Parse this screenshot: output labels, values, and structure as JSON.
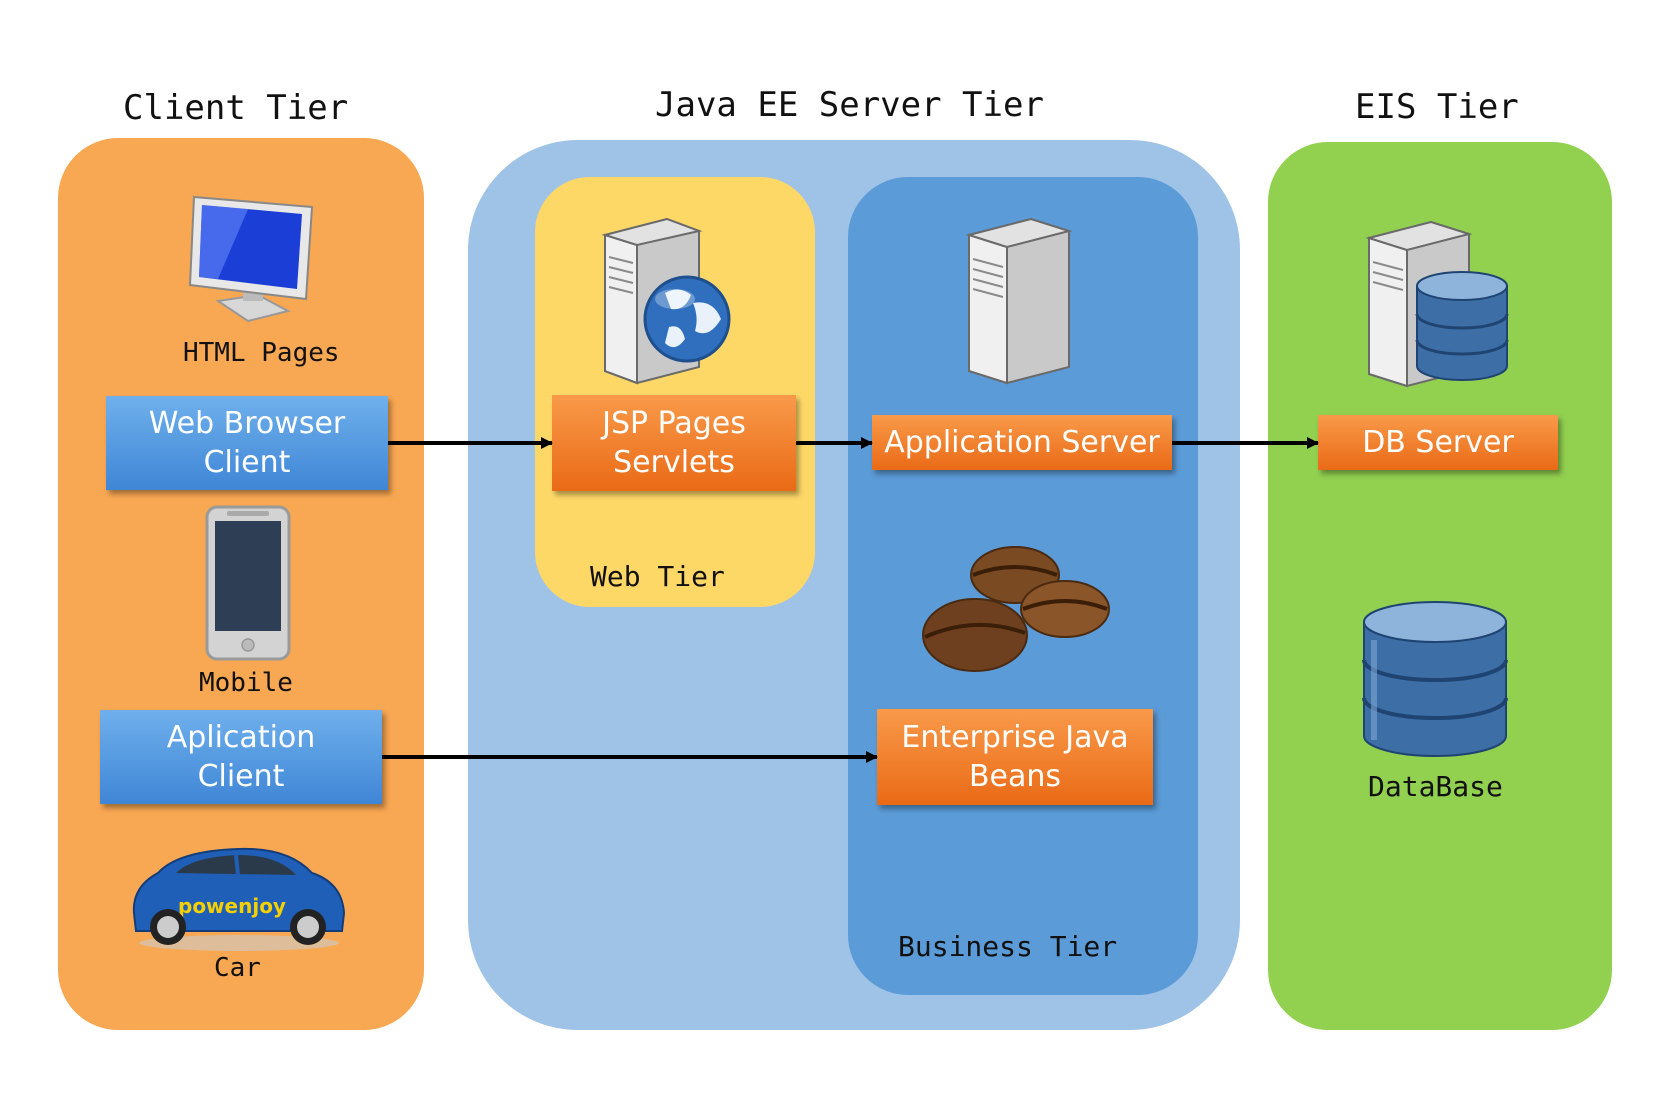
{
  "tiers": {
    "client": "Client Tier",
    "server": "Java EE Server Tier",
    "eis": "EIS Tier",
    "web": "Web Tier",
    "business": "Business Tier"
  },
  "labels": {
    "html_pages": "HTML Pages",
    "mobile": "Mobile",
    "car": "Car",
    "database": "DataBase",
    "car_brand": "powenjoy"
  },
  "boxes": {
    "web_browser": "Web Browser\nClient",
    "app_client": "Aplication\nClient",
    "jsp": "JSP Pages\nServlets",
    "app_server": "Application Server",
    "ejb": "Enterprise Java\nBeans",
    "db_server": "DB Server"
  },
  "colors": {
    "client_bg": "#f8a752",
    "server_bg": "#9fc3e7",
    "web_bg": "#fed867",
    "business_bg": "#5b9bd7",
    "eis_bg": "#92d050"
  }
}
